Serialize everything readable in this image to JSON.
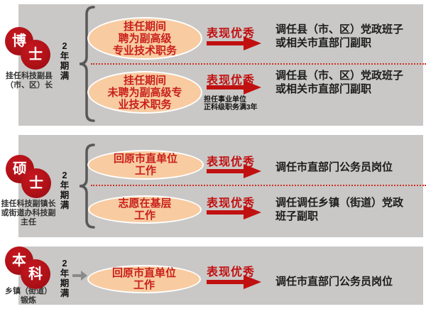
{
  "colors": {
    "panel_bg": "#c9c8c6",
    "circle_red": "#b01218",
    "ellipse_fill": "#f8cba1",
    "ellipse_text": "#c8201a",
    "accent_red": "#c11010",
    "dotted_red": "#cc3328",
    "brace": "#595757",
    "gray_arrow": "#8a8a8a"
  },
  "sections": [
    {
      "degree": "博士",
      "degree_chars": [
        "博",
        "士"
      ],
      "role_lines": [
        "挂任科技副县",
        "（市、区）长"
      ],
      "period_label": "2年期满",
      "rows": [
        {
          "condition_lines": [
            "挂任期间",
            "聘为副高级",
            "专业技术职务"
          ],
          "performance_label": "表现优秀",
          "result_lines": [
            "调任县（市、区）党政班子",
            "或相关市直部门副职"
          ]
        },
        {
          "condition_lines": [
            "挂任期间",
            "未聘为副高级专",
            "业技术职务"
          ],
          "performance_label": "表现优秀",
          "arrow_note_lines": [
            "担任事业单位",
            "正科级职务满3年"
          ],
          "result_lines": [
            "调任县（市、区）党政班子",
            "或相关市直部门副职"
          ]
        }
      ]
    },
    {
      "degree": "硕士",
      "degree_chars": [
        "硕",
        "士"
      ],
      "role_lines": [
        "挂任科技副镇长",
        "或街道办科技副",
        "主任"
      ],
      "period_label": "2年期满",
      "rows": [
        {
          "condition_lines": [
            "回原市直单位",
            "工作"
          ],
          "performance_label": "表现优秀",
          "result_lines": [
            "调任市直部门公务员岗位"
          ]
        },
        {
          "condition_lines": [
            "志愿在基层",
            "工作"
          ],
          "performance_label": "表现优秀",
          "result_lines": [
            "调任调任乡镇（街道）党政",
            "班子副职"
          ]
        }
      ]
    },
    {
      "degree": "本科",
      "degree_chars": [
        "本",
        "科"
      ],
      "role_lines": [
        "乡镇（街道）",
        "锻炼"
      ],
      "period_label": "2年期满",
      "rows": [
        {
          "condition_lines": [
            "回原市直单位",
            "工作"
          ],
          "performance_label": "表现优秀",
          "result_lines": [
            "调任市直部门公务员岗位"
          ]
        }
      ]
    }
  ]
}
